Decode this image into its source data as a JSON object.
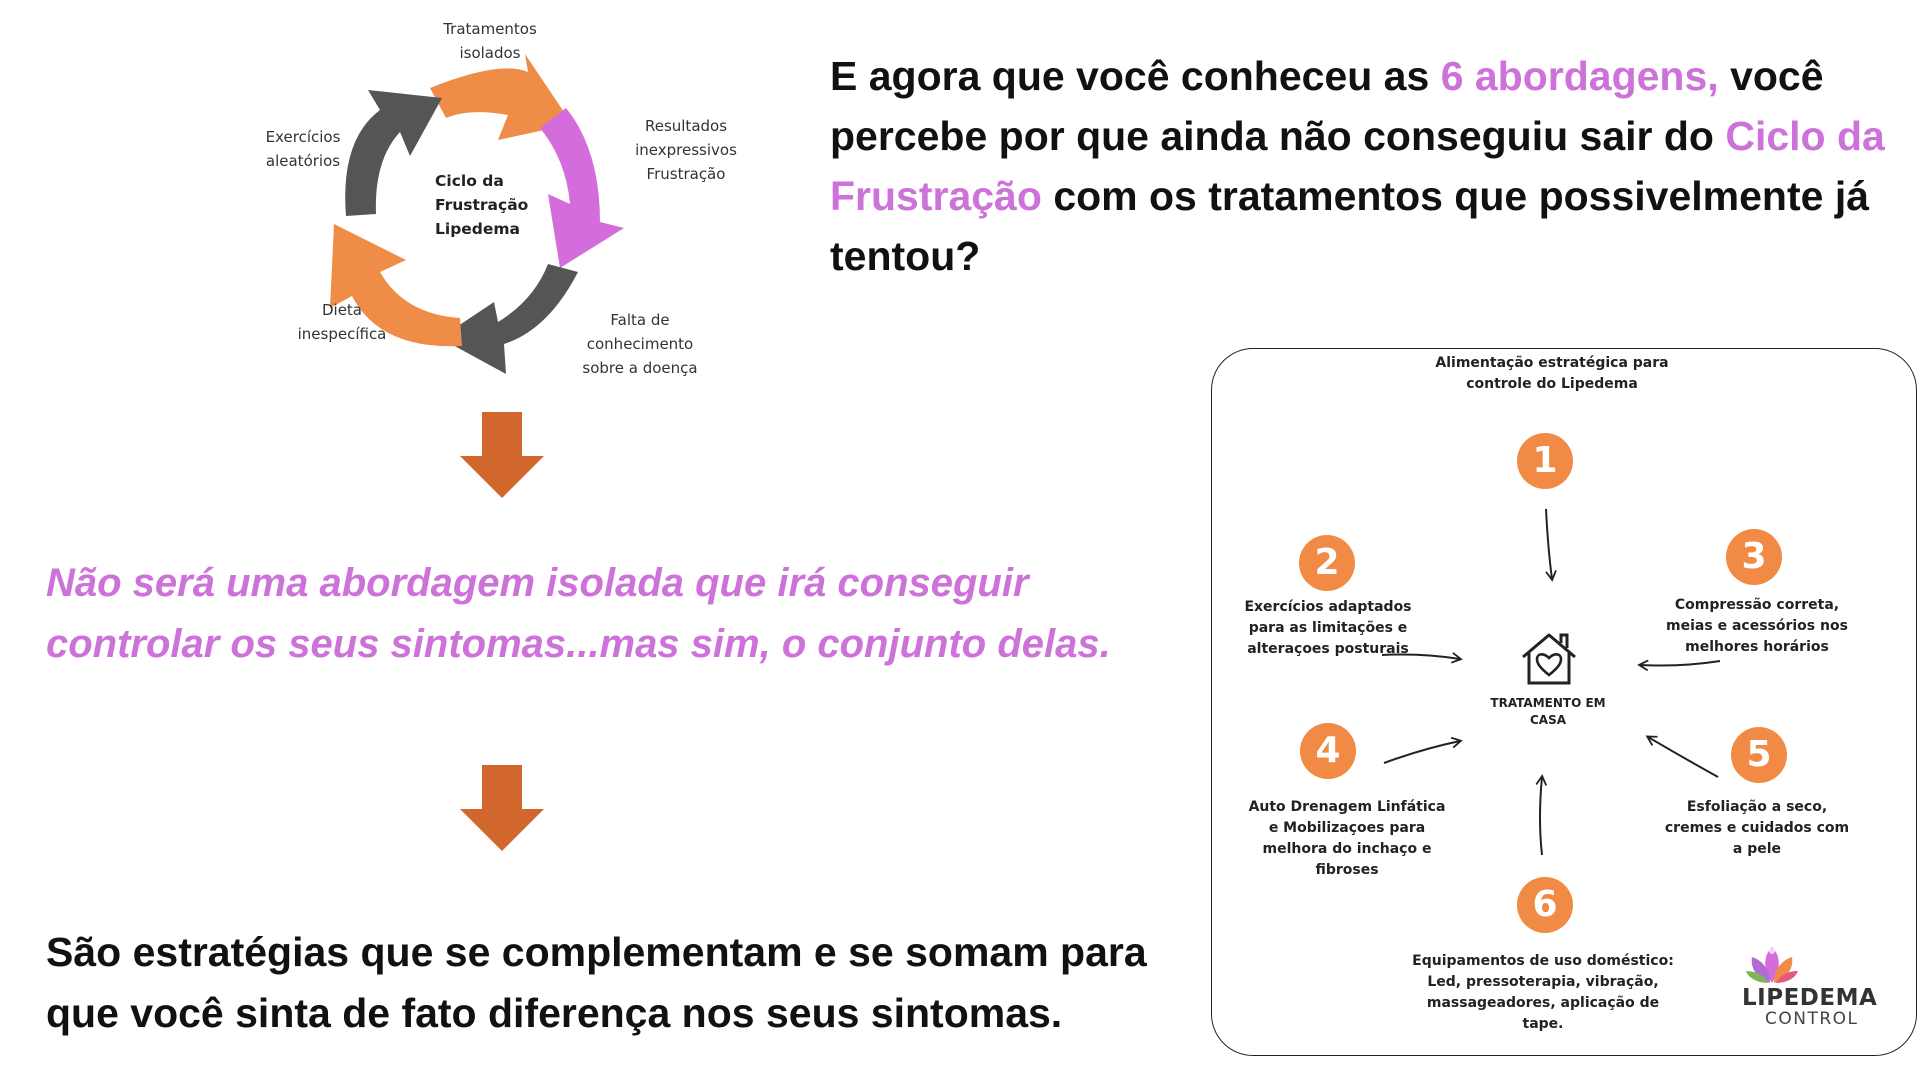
{
  "cycle": {
    "center_lines": [
      "Ciclo da",
      "Frustração",
      "Lipedema"
    ],
    "labels": [
      {
        "lines": [
          "Tratamentos",
          "isolados"
        ]
      },
      {
        "lines": [
          "Resultados",
          "inexpressivos",
          "Frustração"
        ]
      },
      {
        "lines": [
          "Falta de",
          "conhecimento",
          "sobre a doença"
        ]
      },
      {
        "lines": [
          "Dieta",
          "inespecífica"
        ]
      },
      {
        "lines": [
          "Exercícios",
          "aleatórios"
        ]
      }
    ],
    "colors": {
      "orange": "#ef8c47",
      "pink": "#d46ddb",
      "gray": "#555555"
    }
  },
  "headline": {
    "part1": "E agora que você conheceu as ",
    "highlight1": "6 abordagens,",
    "part2": " você percebe por que ainda não conseguiu sair do ",
    "highlight2": "Ciclo da Frustração",
    "part3": " com os tratamentos que possivelmente já tentou?"
  },
  "message_italic": "Não será uma abordagem isolada que irá conseguir controlar os seus sintomas...mas sim, o conjunto delas.",
  "message_bottom": "São estratégias que se complementam e se somam para que você sinta de fato diferença nos seus sintomas.",
  "arrow_color": "#d2672d",
  "panel": {
    "center_label": "TRATAMENTO EM CASA",
    "center_icon": "house-heart-icon",
    "items": [
      {
        "num": "1",
        "text": "Alimentação estratégica para controle do Lipedema"
      },
      {
        "num": "2",
        "text": "Exercícios adaptados para as limitações e alteraçoes posturais"
      },
      {
        "num": "3",
        "text": "Compressão correta, meias e acessórios nos melhores horários"
      },
      {
        "num": "4",
        "text": "Auto Drenagem Linfática e Mobilizaçoes para melhora do inchaço e fibroses"
      },
      {
        "num": "5",
        "text": "Esfoliação a seco, cremes e cuidados com a pele"
      },
      {
        "num": "6",
        "text": "Equipamentos de uso doméstico: Led, pressoterapia, vibração, massageadores, aplicação de tape."
      }
    ],
    "accent": "#f08a44",
    "logo": {
      "line1": "LIPEDEMA",
      "line2": "CONTROL",
      "icon": "lotus-person-icon"
    }
  }
}
